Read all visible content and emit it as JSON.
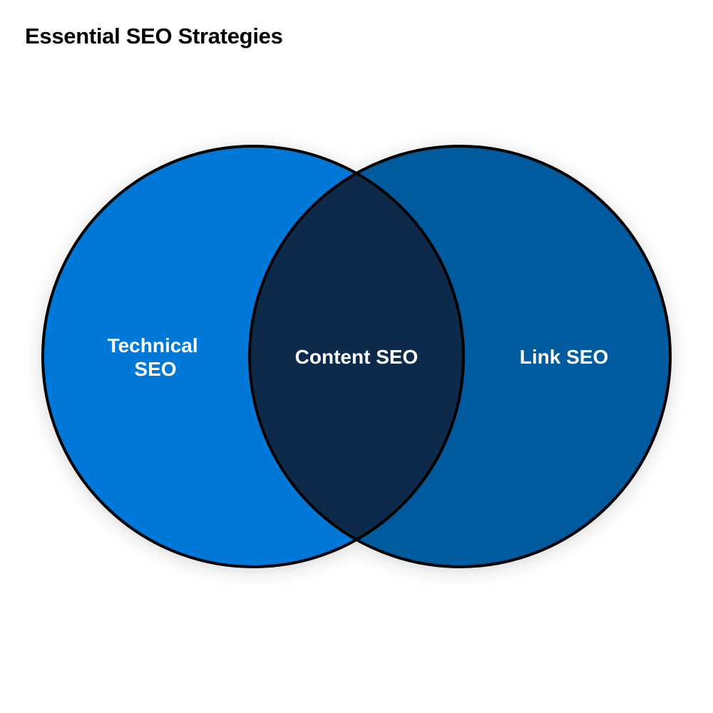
{
  "title": "Essential SEO Strategies",
  "diagram": {
    "type": "venn",
    "sets": [
      {
        "label_line1": "Technical",
        "label_line2": "SEO",
        "color": "#0078D7"
      },
      {
        "label": "Link SEO",
        "color": "#005A9E"
      }
    ],
    "intersection": {
      "label": "Content SEO",
      "color": "#0B2C4B"
    },
    "outline_color": "#000000"
  }
}
